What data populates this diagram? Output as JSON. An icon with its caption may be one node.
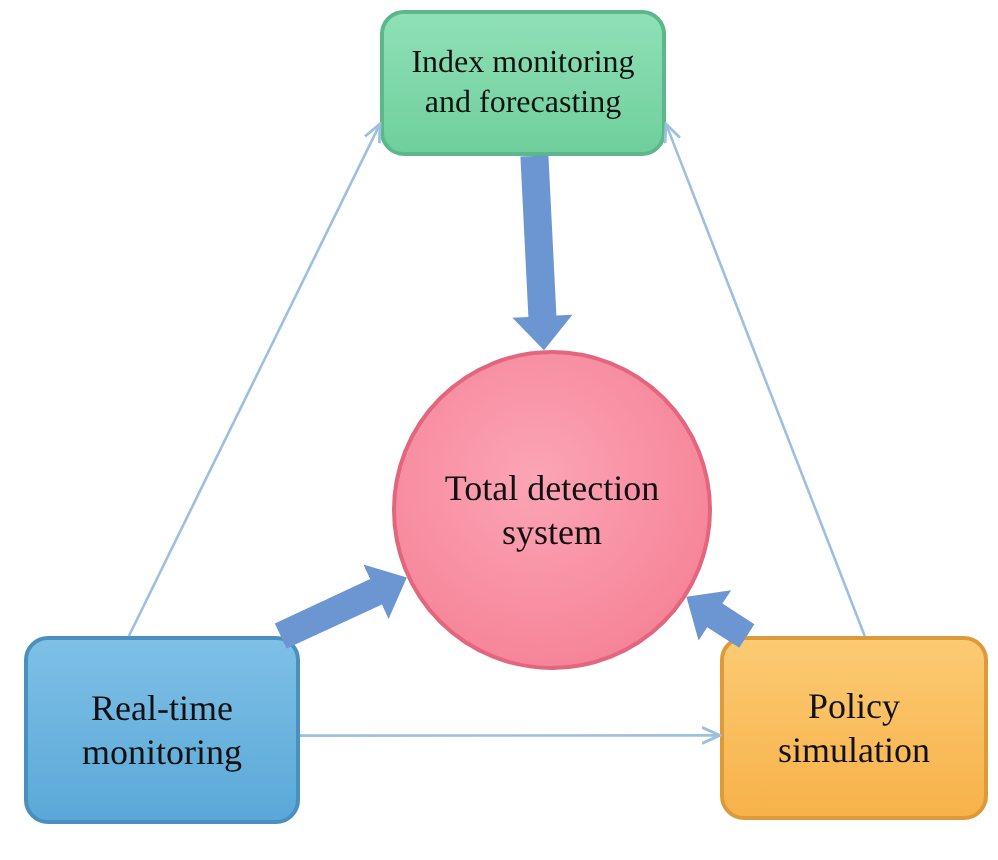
{
  "diagram": {
    "nodes": [
      {
        "text": [
          "Index monitoring and forecasting"
        ]
      },
      {
        "text": [
          "Total detection system"
        ]
      },
      {
        "text": [
          "Real-time monitoring"
        ]
      },
      {
        "text": [
          "Policy simulation"
        ]
      }
    ],
    "edges": [
      {
        "from": 2,
        "to": 0,
        "arrow": "to"
      },
      {
        "from": 3,
        "to": 0,
        "arrow": "to"
      },
      {
        "from": 2,
        "to": 3,
        "arrow": "to"
      },
      {
        "from": 0,
        "to": 1,
        "arrow": "to",
        "style": "thick",
        "color": "#6b96d2"
      },
      {
        "from": 2,
        "to": 1,
        "arrow": "to",
        "style": "thick",
        "color": "#6b96d2"
      },
      {
        "from": 3,
        "to": 1,
        "arrow": "to",
        "style": "thick",
        "color": "#6b96d2"
      }
    ]
  }
}
